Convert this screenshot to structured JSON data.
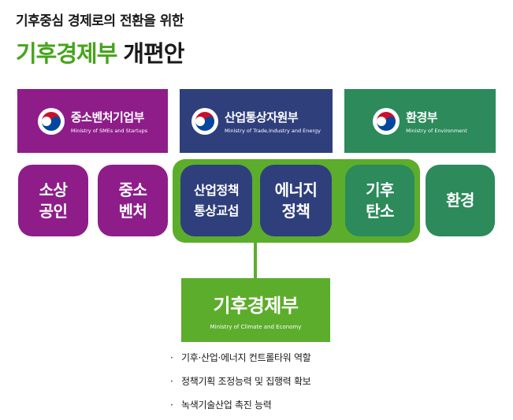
{
  "header": {
    "subtitle": "기후중심 경제로의 전환을 위한",
    "title_highlight": "기후경제부",
    "title_rest": "개편안"
  },
  "ministries": [
    {
      "name": "중소벤처기업부",
      "eng": "Ministry of SMEs and Startups",
      "color": "#8e1d8a"
    },
    {
      "name": "산업통상자원부",
      "eng": "Ministry of Trade,Industry and Energy",
      "color": "#2f3f7c"
    },
    {
      "name": "환경부",
      "eng": "Ministry of Environment",
      "color": "#2c8a5b"
    }
  ],
  "divisions": [
    {
      "label": "소상\n공인",
      "color": "#8e1d8a"
    },
    {
      "label": "중소\n벤처",
      "color": "#8e1d8a"
    },
    {
      "label": "산업정책\n통상교섭",
      "color": "#2f3f7c"
    },
    {
      "label": "에너지\n정책",
      "color": "#2f3f7c"
    },
    {
      "label": "기후\n탄소",
      "color": "#2c8a5b"
    },
    {
      "label": "환경",
      "color": "#2c8a5b"
    }
  ],
  "new_ministry": {
    "name": "기후경제부",
    "eng": "Ministry of Climate and Economy",
    "color": "#5cad2c"
  },
  "roles": [
    "기후·산업·에너지 컨트롤타워 역할",
    "정책기획 조정능력 및 집행력 확보",
    "녹색기술산업 촉진 능력"
  ],
  "bullet_glyph": "·"
}
